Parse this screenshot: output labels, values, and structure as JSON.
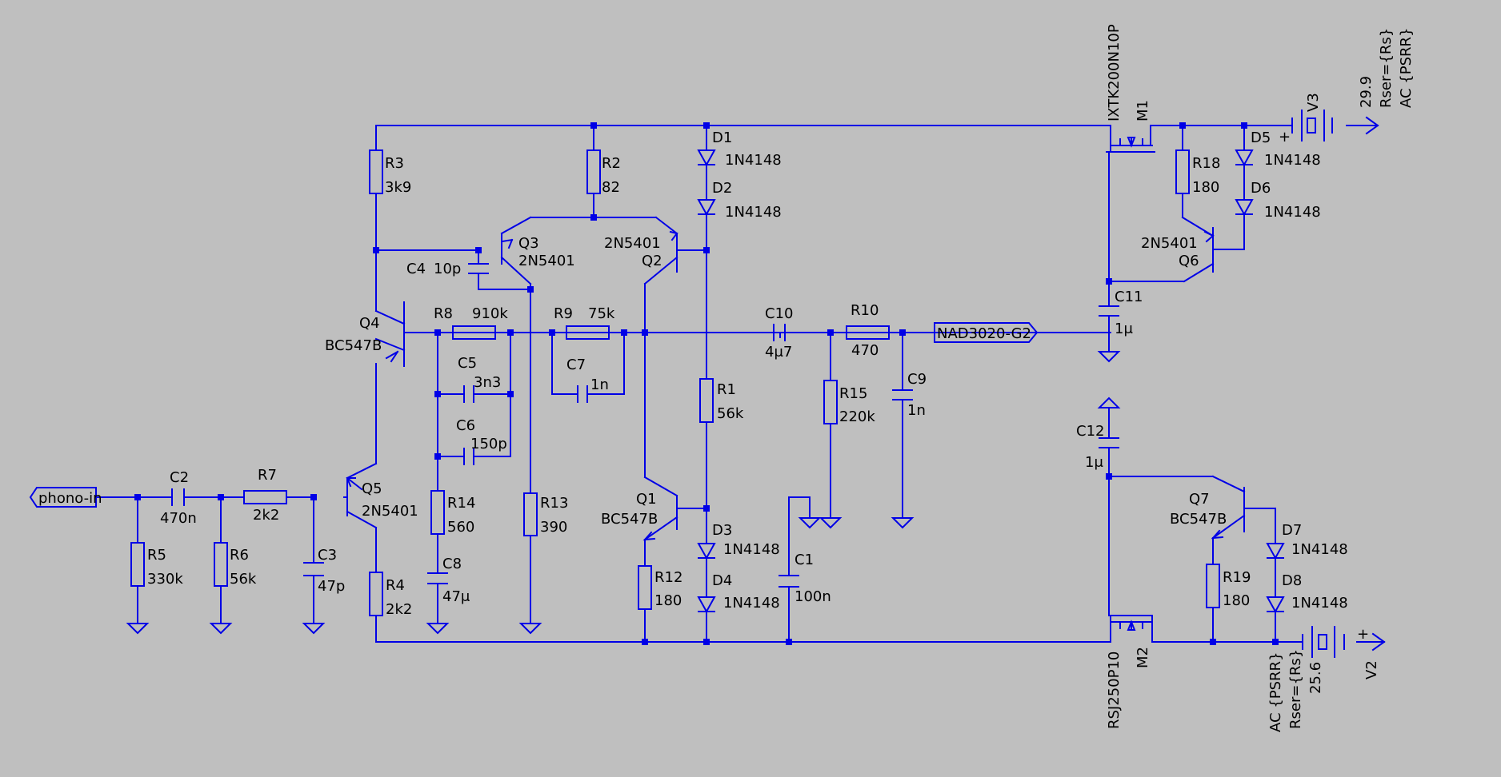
{
  "schematic": {
    "ports": {
      "input": "phono-in",
      "output": "NAD3020-G2"
    },
    "resistors": [
      {
        "ref": "R1",
        "value": "56k"
      },
      {
        "ref": "R2",
        "value": "82"
      },
      {
        "ref": "R3",
        "value": "3k9"
      },
      {
        "ref": "R4",
        "value": "2k2"
      },
      {
        "ref": "R5",
        "value": "330k"
      },
      {
        "ref": "R6",
        "value": "56k"
      },
      {
        "ref": "R7",
        "value": "2k2"
      },
      {
        "ref": "R8",
        "value": "910k"
      },
      {
        "ref": "R9",
        "value": "75k"
      },
      {
        "ref": "R10",
        "value": "470"
      },
      {
        "ref": "R12",
        "value": "180"
      },
      {
        "ref": "R13",
        "value": "390"
      },
      {
        "ref": "R14",
        "value": "560"
      },
      {
        "ref": "R15",
        "value": "220k"
      },
      {
        "ref": "R18",
        "value": "180"
      },
      {
        "ref": "R19",
        "value": "180"
      }
    ],
    "capacitors": [
      {
        "ref": "C1",
        "value": "100n"
      },
      {
        "ref": "C2",
        "value": "470n"
      },
      {
        "ref": "C3",
        "value": "47p"
      },
      {
        "ref": "C4",
        "value": "10p"
      },
      {
        "ref": "C5",
        "value": "3n3"
      },
      {
        "ref": "C6",
        "value": "150p"
      },
      {
        "ref": "C7",
        "value": "1n"
      },
      {
        "ref": "C8",
        "value": "47μ"
      },
      {
        "ref": "C9",
        "value": "1n"
      },
      {
        "ref": "C10",
        "value": "4μ7"
      },
      {
        "ref": "C11",
        "value": "1μ"
      },
      {
        "ref": "C12",
        "value": "1μ"
      }
    ],
    "diodes": [
      {
        "ref": "D1",
        "value": "1N4148"
      },
      {
        "ref": "D2",
        "value": "1N4148"
      },
      {
        "ref": "D3",
        "value": "1N4148"
      },
      {
        "ref": "D4",
        "value": "1N4148"
      },
      {
        "ref": "D5",
        "value": "1N4148"
      },
      {
        "ref": "D6",
        "value": "1N4148"
      },
      {
        "ref": "D7",
        "value": "1N4148"
      },
      {
        "ref": "D8",
        "value": "1N4148"
      }
    ],
    "transistors": [
      {
        "ref": "Q1",
        "value": "BC547B"
      },
      {
        "ref": "Q2",
        "value": "2N5401"
      },
      {
        "ref": "Q3",
        "value": "2N5401"
      },
      {
        "ref": "Q4",
        "value": "BC547B"
      },
      {
        "ref": "Q5",
        "value": "2N5401"
      },
      {
        "ref": "Q6",
        "value": "2N5401"
      },
      {
        "ref": "Q7",
        "value": "BC547B"
      },
      {
        "ref": "M1",
        "value": "IXTK200N10P"
      },
      {
        "ref": "M2",
        "value": "RSJ250P10"
      }
    ],
    "sources": [
      {
        "ref": "V3",
        "value": "29.9",
        "rser": "Rser={Rs}",
        "ac": "AC {PSRR}"
      },
      {
        "ref": "V2",
        "value": "25.6",
        "rser": "Rser={Rs}",
        "ac": "AC {PSRR}"
      }
    ],
    "polarity_mark": "+"
  }
}
